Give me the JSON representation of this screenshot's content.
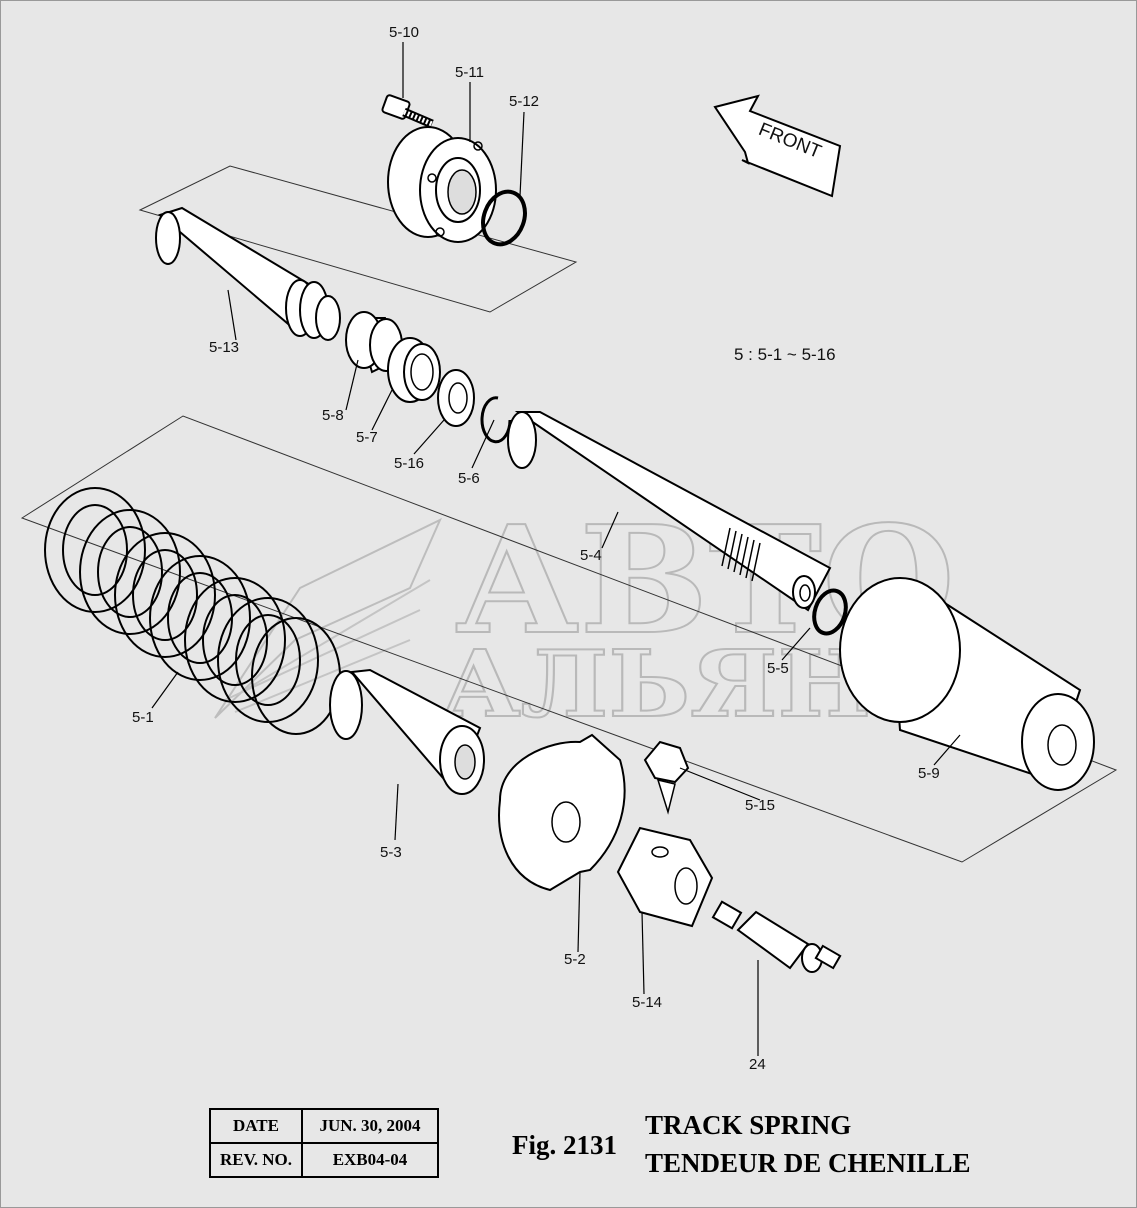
{
  "labels": {
    "l5_10": "5-10",
    "l5_11": "5-11",
    "l5_12": "5-12",
    "l5_13": "5-13",
    "l5_8": "5-8",
    "l5_7": "5-7",
    "l5_16": "5-16",
    "l5_6": "5-6",
    "l5_4": "5-4",
    "l5_5": "5-5",
    "l5_9": "5-9",
    "l5_1": "5-1",
    "l5_3": "5-3",
    "l5_2": "5-2",
    "l5_14": "5-14",
    "l5_15": "5-15",
    "l24": "24"
  },
  "kit_note": "5 : 5-1 ~ 5-16",
  "front_arrow": "FRONT",
  "watermark": {
    "line1": "АВТО",
    "line2": "АЛЬЯНС"
  },
  "info": {
    "date_label": "DATE",
    "date_value": "JUN. 30, 2004",
    "rev_label": "REV. NO.",
    "rev_value": "EXB04-04"
  },
  "figure": {
    "number": "Fig. 2131",
    "title_en": "TRACK SPRING",
    "title_fr": "TENDEUR DE CHENILLE"
  }
}
